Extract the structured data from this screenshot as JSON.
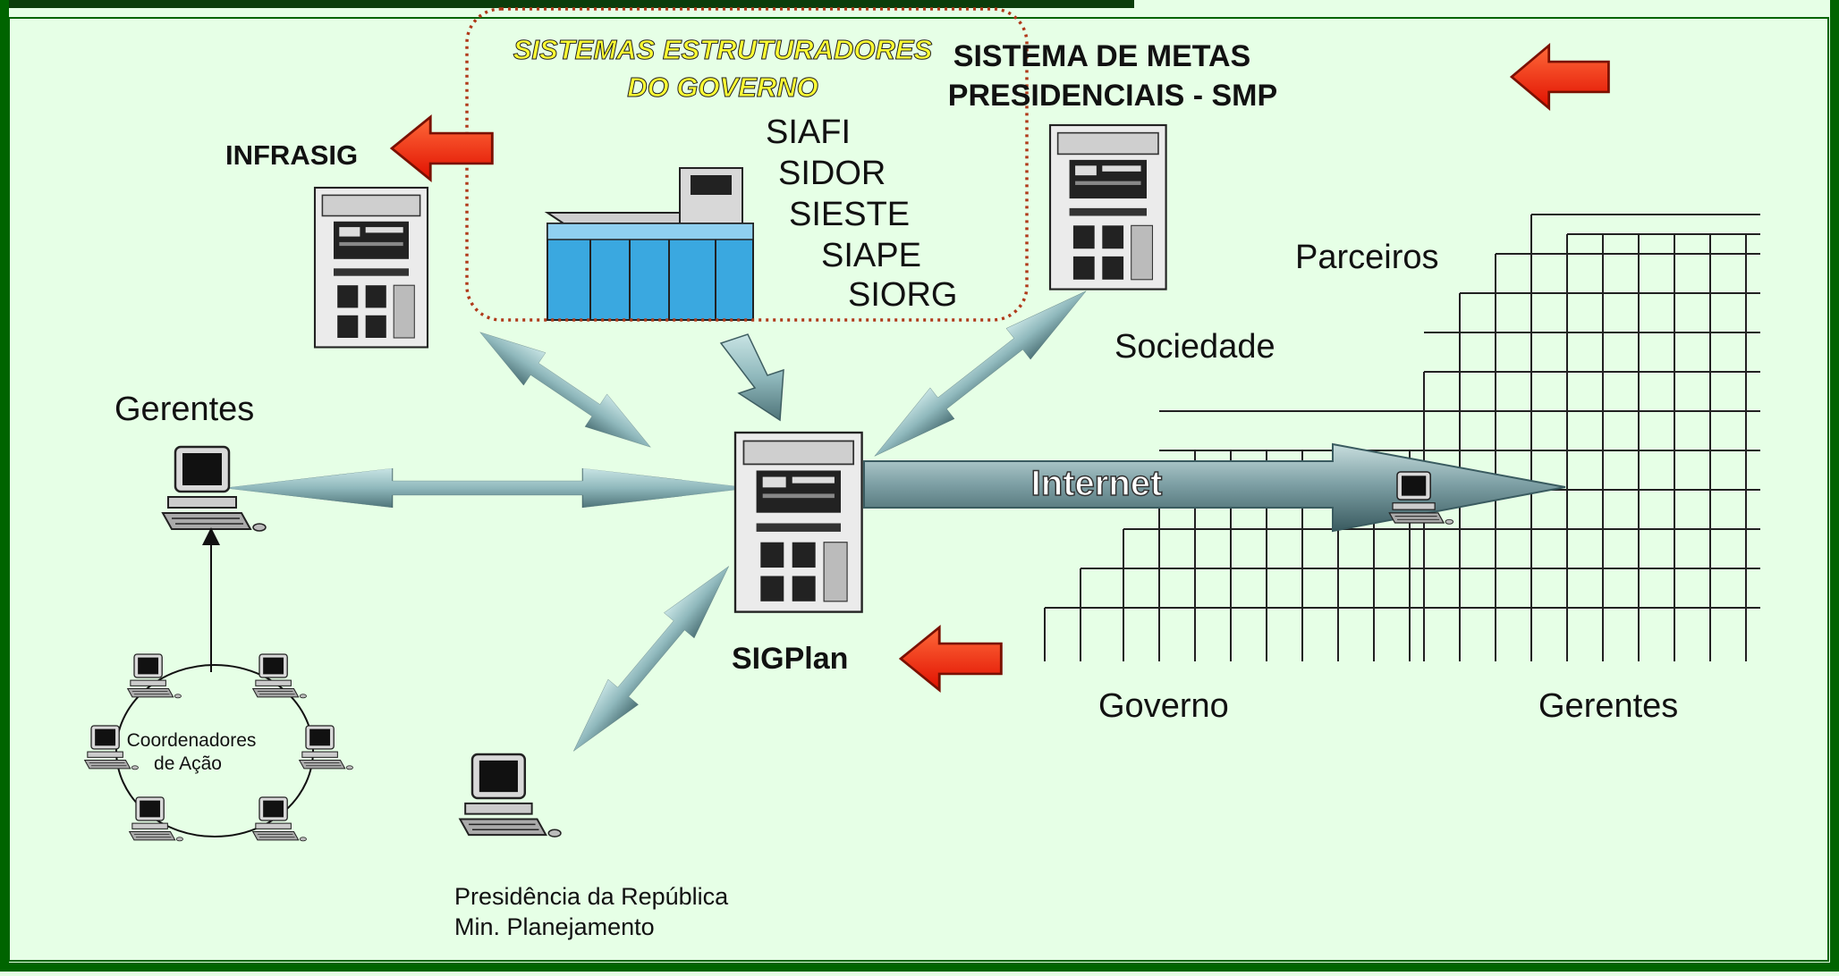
{
  "colors": {
    "background": "#e6ffe6",
    "border": "#006400",
    "top_bar": "#0b3d0b",
    "pointer_arrow": "#ff2200",
    "dotted_box": "#b03a1a",
    "mainframe": "#3aa8e0",
    "bidirectional_arrow": "#8fb8bc"
  },
  "labels": {
    "sistemas_title_line1": "SISTEMAS ESTRUTURADORES",
    "sistemas_title_line2": "DO GOVERNO",
    "systems": [
      "SIAFI",
      "SIDOR",
      "SIESTE",
      "SIAPE",
      "SIORG"
    ],
    "smp_line1": "SISTEMA DE METAS",
    "smp_line2": "PRESIDENCIAIS - SMP",
    "infrasig": "INFRASIG",
    "gerentes_left": "Gerentes",
    "parceiros": "Parceiros",
    "sociedade": "Sociedade",
    "internet": "Internet",
    "sigplan": "SIGPlan",
    "governo": "Governo",
    "gerentes_right": "Gerentes",
    "coordenadores_line1": "Coordenadores",
    "coordenadores_line2": "de Ação",
    "presidencia_line1": "Presidência da República",
    "presidencia_line2": "Min. Planejamento"
  },
  "icons": [
    "server-icon",
    "mainframe-icon",
    "workstation-icon",
    "red-arrow-icon",
    "double-arrow-icon",
    "grid-network-icon"
  ]
}
